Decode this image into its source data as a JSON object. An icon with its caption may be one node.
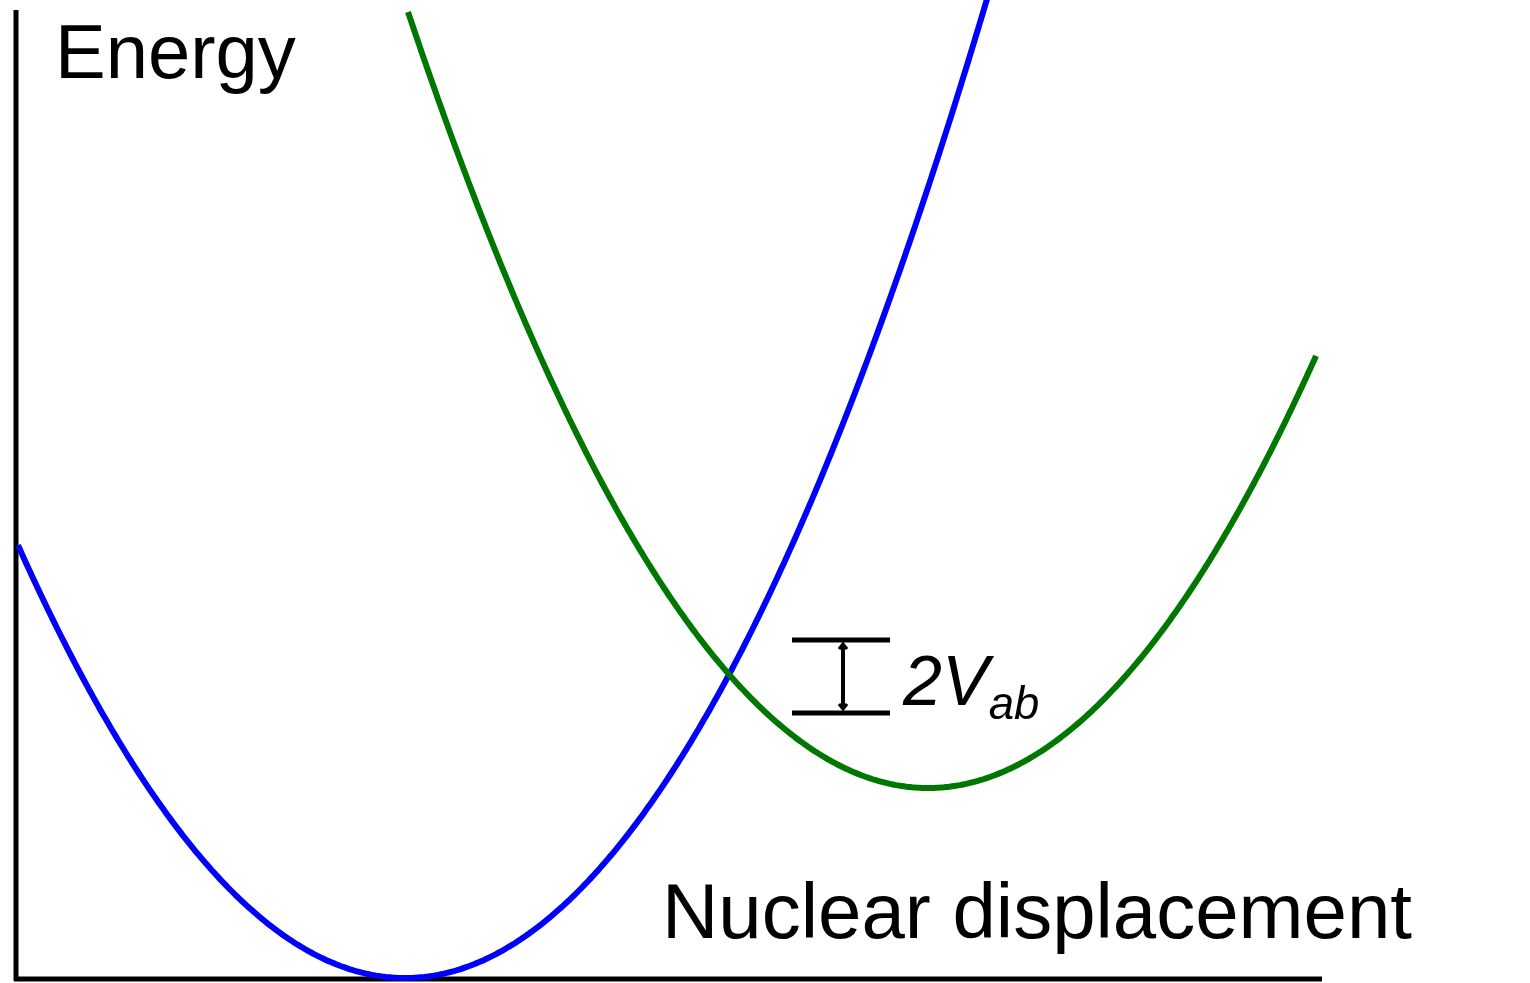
{
  "diagram": {
    "labels": [
      "Energy",
      "2V$_{ab}$",
      "Nuclear displacement"
    ]
  }
}
